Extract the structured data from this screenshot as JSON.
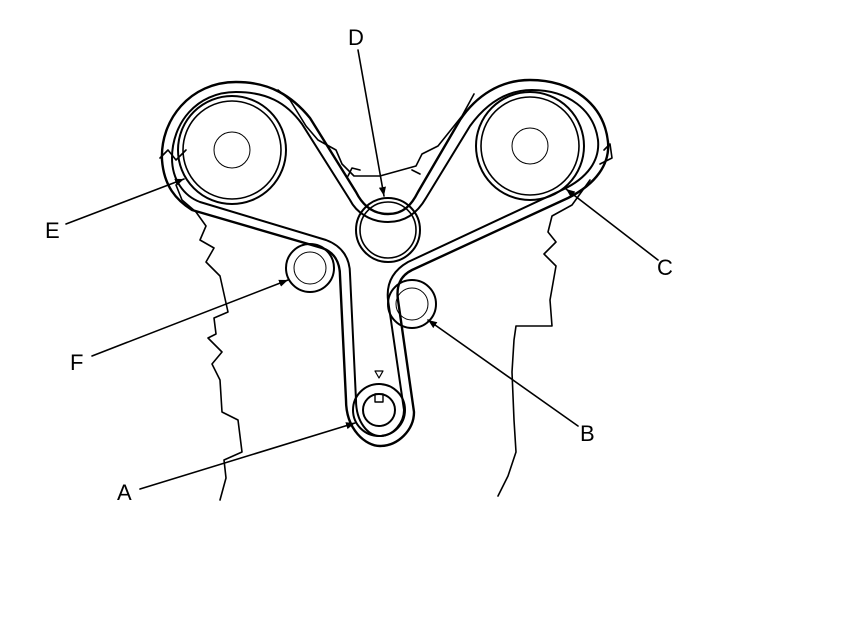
{
  "callouts": {
    "A": "A",
    "B": "B",
    "C": "C",
    "D": "D",
    "E": "E",
    "F": "F"
  },
  "colors": {
    "ink": "#000000",
    "background": "#ffffff"
  }
}
